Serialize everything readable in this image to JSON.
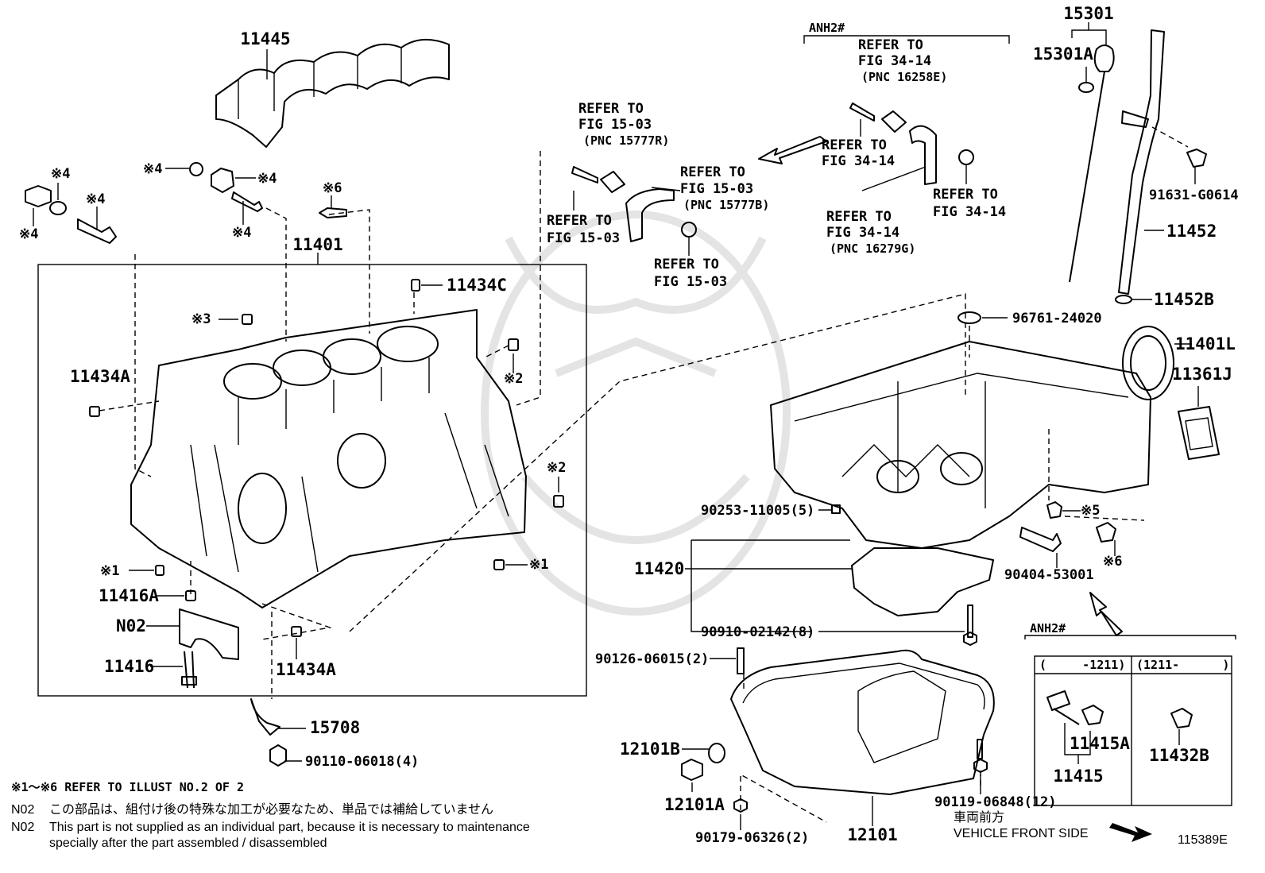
{
  "labels": {
    "l11445": "11445",
    "l11401": "11401",
    "l11434c": "11434C",
    "l11434a_1": "11434A",
    "l11434a_2": "11434A",
    "l11416a": "11416A",
    "l11416": "11416",
    "n02": "N02",
    "l15708": "15708",
    "l90110": "90110-06018(4)",
    "l15301": "15301",
    "l15301a": "15301A",
    "l91631": "91631-G0614",
    "l11452": "11452",
    "l11452b": "11452B",
    "l96761": "96761-24020",
    "l11401l": "11401L",
    "l11361j": "11361J",
    "l90253": "90253-11005(5)",
    "l11420": "11420",
    "l90910": "90910-02142(8)",
    "l90404": "90404-53001",
    "l90126": "90126-06015(2)",
    "l12101b": "12101B",
    "l12101a": "12101A",
    "l12101": "12101",
    "l90179": "90179-06326(2)",
    "l90119": "90119-06848(12)",
    "l11415a": "11415A",
    "l11415": "11415",
    "l11432b": "11432B"
  },
  "refs": {
    "m4a": "※4",
    "m4b": "※4",
    "m4c": "※4",
    "m4d": "※4",
    "m4e": "※4",
    "m4f": "※4",
    "m6a": "※6",
    "m3": "※3",
    "m2a": "※2",
    "m2b": "※2",
    "m1a": "※1",
    "m1b": "※1",
    "m5": "※5",
    "m6b": "※6"
  },
  "callouts": {
    "refer_to": "REFER TO",
    "fig1503": "FIG 15-03",
    "pnc15777r": "(PNC 15777R)",
    "pnc15777b": "(PNC 15777B)",
    "fig3414": "FIG 34-14",
    "pnc16258e": "(PNC 16258E)",
    "pnc16279g": "(PNC 16279G)",
    "anh2_top": "ANH2#",
    "anh2_box": "ANH2#"
  },
  "inset": {
    "col1": "(     -1211)",
    "col2": "(1211-      )"
  },
  "vehicle": {
    "jp": "車両前方",
    "en": "VEHICLE FRONT SIDE"
  },
  "notes": {
    "line1": "※1～※6 REFER TO ILLUST NO.2 OF 2",
    "n02_code_1": "N02",
    "n02_jp": "この部品は、組付け後の特殊な加工が必要なため、単品では補給していません",
    "n02_code_2": "N02",
    "n02_en_1": "This part is not supplied as an individual part, because it is necessary to maintenance",
    "n02_en_2": "specially after the part assembled / disassembled"
  },
  "illustration_id": "115389E"
}
